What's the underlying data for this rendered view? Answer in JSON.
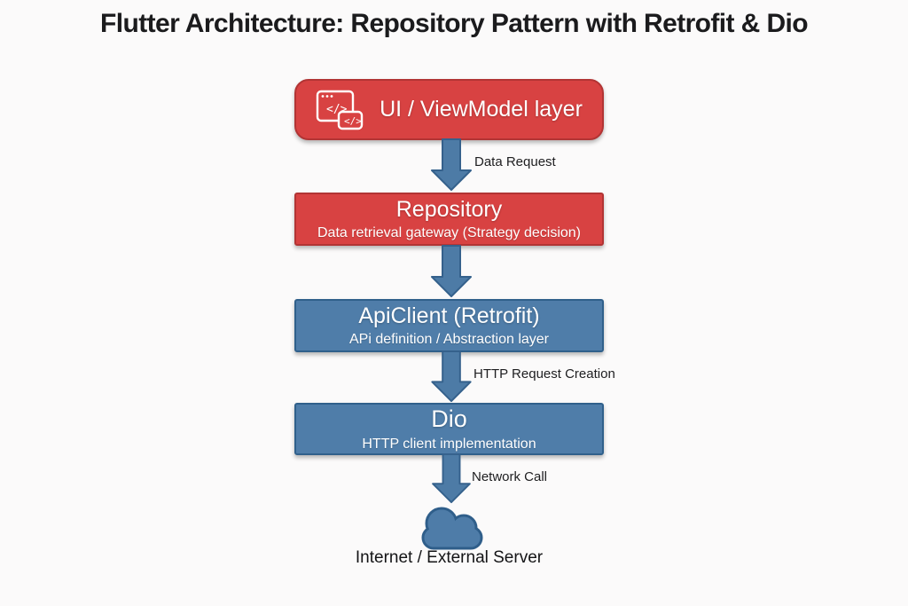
{
  "title": "Flutter Architecture: Repository Pattern with Retrofit & Dio",
  "colors": {
    "red_fill": "#d84242",
    "red_border": "#b23434",
    "blue_fill": "#4f7da9",
    "blue_border": "#30608b",
    "arrow_fill": "#4d7ba6",
    "arrow_border": "#35618c",
    "text_dark": "#1b1b1d",
    "box_text": "#ffffff",
    "background": "#fbfafa"
  },
  "nodes": [
    {
      "id": "ui-viewmodel",
      "title": "UI / ViewModel layer",
      "subtitle": "",
      "color": "red",
      "icon": "code-window-icon"
    },
    {
      "id": "repository",
      "title": "Repository",
      "subtitle": "Data retrieval gateway (Strategy decision)",
      "color": "red"
    },
    {
      "id": "apiclient",
      "title": "ApiClient (Retrofit)",
      "subtitle": "APi definition / Abstraction layer",
      "color": "blue"
    },
    {
      "id": "dio",
      "title": "Dio",
      "subtitle": "HTTP client implementation",
      "color": "blue"
    }
  ],
  "arrows": [
    {
      "from": "ui-viewmodel",
      "to": "repository",
      "label": "Data Request"
    },
    {
      "from": "repository",
      "to": "apiclient",
      "label": ""
    },
    {
      "from": "apiclient",
      "to": "dio",
      "label": "HTTP Request Creation"
    },
    {
      "from": "dio",
      "to": "internet",
      "label": "Network Call"
    }
  ],
  "terminal": {
    "icon": "cloud-icon",
    "label": "Internet / External Server"
  },
  "icon_glyph": "</>"
}
